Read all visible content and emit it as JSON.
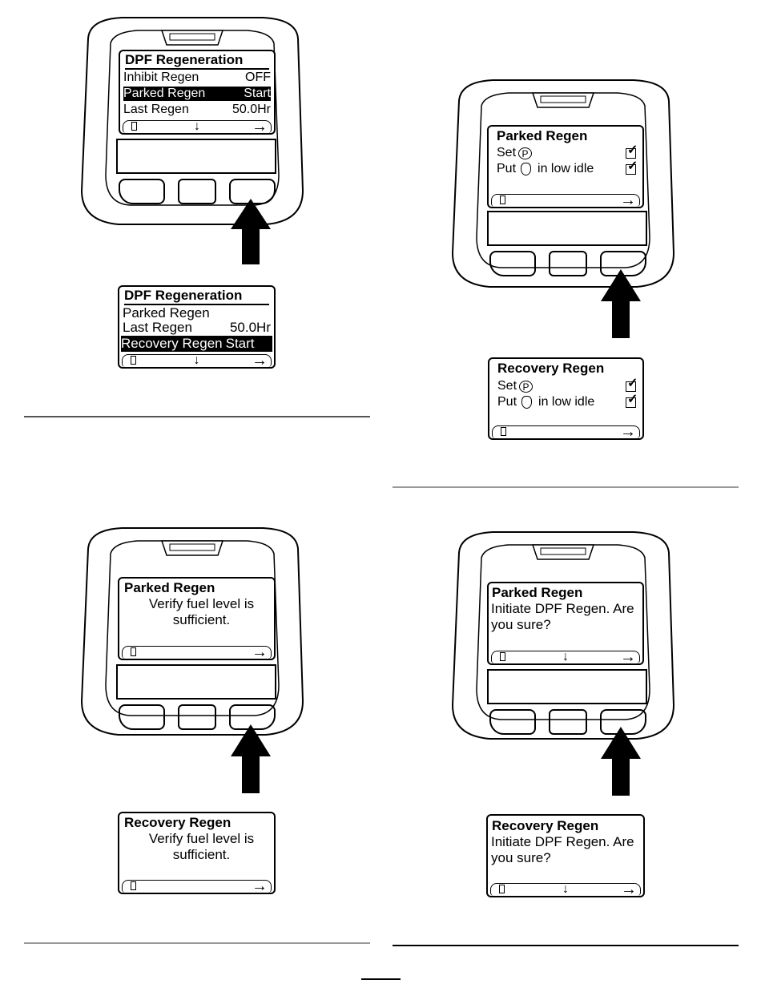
{
  "figures": [
    {
      "device_screen": {
        "title": "DPF Regeneration",
        "rows": [
          {
            "label": "Inhibit Regen",
            "value": "OFF"
          },
          {
            "label": "Parked Regen",
            "value": "Start",
            "highlighted": true
          },
          {
            "label": "Last Regen",
            "value": "50.0Hr"
          }
        ],
        "nav": [
          "exit-icon",
          "down-arrow-icon",
          "right-arrow-icon"
        ]
      },
      "pressed_button": "right-button",
      "result_screen": {
        "title": "DPF Regeneration",
        "rows": [
          {
            "label": "Parked Regen",
            "value": ""
          },
          {
            "label": "Last Regen",
            "value": "50.0Hr"
          },
          {
            "label": "Recovery Regen",
            "value": "Start",
            "highlighted": true
          }
        ],
        "nav": [
          "exit-icon",
          "down-arrow-icon",
          "right-arrow-icon"
        ]
      }
    },
    {
      "device_screen": {
        "title": "Parked Regen",
        "checks": [
          {
            "prefix": "Set",
            "icon": "parking-brake-icon",
            "suffix": "",
            "checked": true
          },
          {
            "prefix": "Put",
            "icon": "throttle-icon",
            "suffix": "in low idle",
            "checked": true
          }
        ],
        "nav": [
          "exit-icon",
          "right-arrow-icon"
        ]
      },
      "pressed_button": "right-button",
      "result_screen": {
        "title": "Recovery Regen",
        "checks": [
          {
            "prefix": "Set",
            "icon": "parking-brake-icon",
            "suffix": "",
            "checked": true
          },
          {
            "prefix": "Put",
            "icon": "throttle-icon",
            "suffix": "in low idle",
            "checked": true
          }
        ],
        "nav": [
          "exit-icon",
          "right-arrow-icon"
        ]
      }
    },
    {
      "device_screen": {
        "title": "Parked Regen",
        "message": [
          "Verify fuel level is",
          "sufficient."
        ],
        "nav": [
          "exit-icon",
          "right-arrow-icon"
        ]
      },
      "pressed_button": "right-button",
      "result_screen": {
        "title": "Recovery Regen",
        "message": [
          "Verify fuel level is",
          "sufficient."
        ],
        "nav": [
          "exit-icon",
          "right-arrow-icon"
        ]
      }
    },
    {
      "device_screen": {
        "title": "Parked Regen",
        "message": [
          "Initiate DPF Regen. Are",
          "you sure?"
        ],
        "nav": [
          "exit-icon",
          "down-arrow-icon",
          "right-arrow-icon"
        ]
      },
      "pressed_button": "right-button",
      "result_screen": {
        "title": "Recovery Regen",
        "message": [
          "Initiate DPF Regen. Are",
          "you sure?"
        ],
        "nav": [
          "exit-icon",
          "down-arrow-icon",
          "right-arrow-icon"
        ]
      }
    }
  ],
  "glyphs": {
    "p": "P",
    "check": "✓",
    "down": "🡇",
    "right": "➡",
    "down_alt": "↓",
    "right_alt": "→"
  }
}
